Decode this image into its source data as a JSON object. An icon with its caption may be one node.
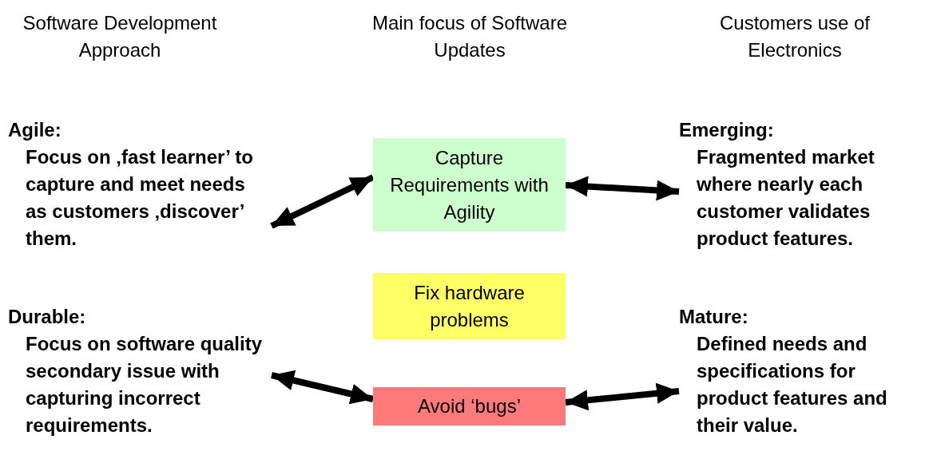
{
  "diagram": {
    "nodes": [
      {
        "text": [
          "Agile:",
          "Focus on ‚fast learner’ to capture and meet needs as customers ‚discover’ them."
        ]
      },
      {
        "text": [
          "Capture Requirements with Agility"
        ]
      },
      {
        "text": [
          "Emerging:",
          "Fragmented market where nearly each customer validates product features."
        ]
      },
      {
        "text": [
          "Fix hardware problems"
        ]
      },
      {
        "text": [
          "Durable:",
          "Focus on software quality secondary issue with capturing incorrect requirements."
        ]
      },
      {
        "text": [
          "Avoid ‘bugs’"
        ]
      },
      {
        "text": [
          "Mature:",
          "Defined needs and specifications for product features and their value."
        ]
      }
    ],
    "edges": [
      {
        "from": 0,
        "to": 1,
        "arrow": "both"
      },
      {
        "from": 1,
        "to": 2,
        "arrow": "both"
      },
      {
        "from": 4,
        "to": 5,
        "arrow": "both"
      },
      {
        "from": 5,
        "to": 6,
        "arrow": "both"
      }
    ],
    "labels": [
      "Software Development Approach",
      "Main focus of Software Updates",
      "Customers use of Electronics"
    ]
  }
}
